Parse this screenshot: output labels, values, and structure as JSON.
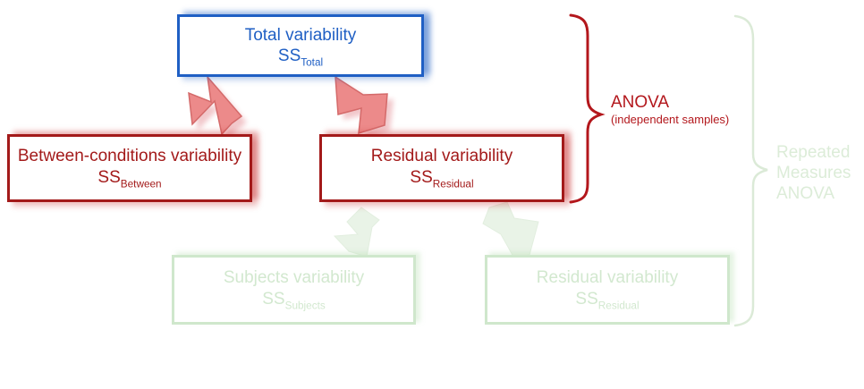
{
  "boxes": {
    "total": {
      "label": "Total variability",
      "ss": "SS",
      "sub": "Total"
    },
    "between": {
      "label": "Between-conditions variability",
      "ss": "SS",
      "sub": "Between"
    },
    "residual": {
      "label": "Residual variability",
      "ss": "SS",
      "sub": "Residual"
    },
    "subjects": {
      "label": "Subjects variability",
      "ss": "SS",
      "sub": "Subjects"
    },
    "residual_rm": {
      "label": "Residual variability",
      "ss": "SS",
      "sub": "Residual"
    }
  },
  "brackets": {
    "anova": {
      "title": "ANOVA",
      "subtitle": "(independent samples)"
    },
    "repeated_measures": {
      "line1": "Repeated",
      "line2": "Measures",
      "line3": "ANOVA"
    }
  },
  "colors": {
    "total": "#1f5fc4",
    "anova": "#a31a1a",
    "arrow_red": "#e8787a",
    "repeated_measures": "#cfe7cc"
  }
}
